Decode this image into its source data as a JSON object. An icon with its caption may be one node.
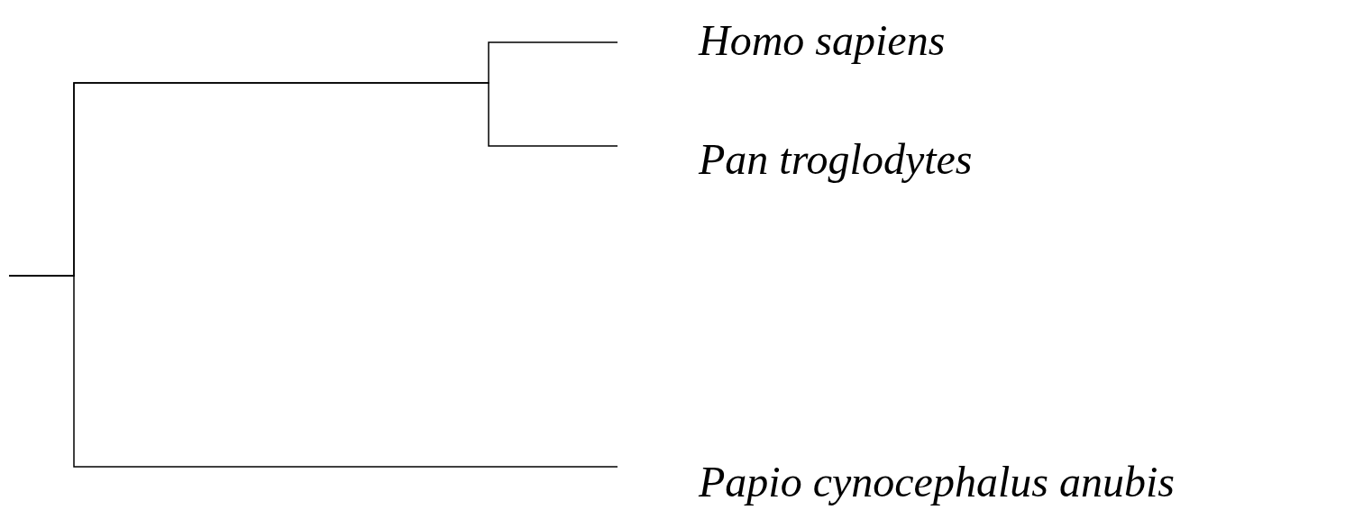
{
  "diagram": {
    "nodes": [
      {
        "text": [
          "Homo sapiens"
        ]
      },
      {
        "text": [
          "Pan troglodytes"
        ]
      },
      {
        "text": [
          "Papio cynocephalus anubis"
        ]
      }
    ],
    "edges": [
      {
        "from": null,
        "to": 0,
        "arrow": "none"
      },
      {
        "from": null,
        "to": 1,
        "arrow": "none"
      },
      {
        "from": null,
        "to": 2,
        "arrow": "none"
      }
    ]
  }
}
